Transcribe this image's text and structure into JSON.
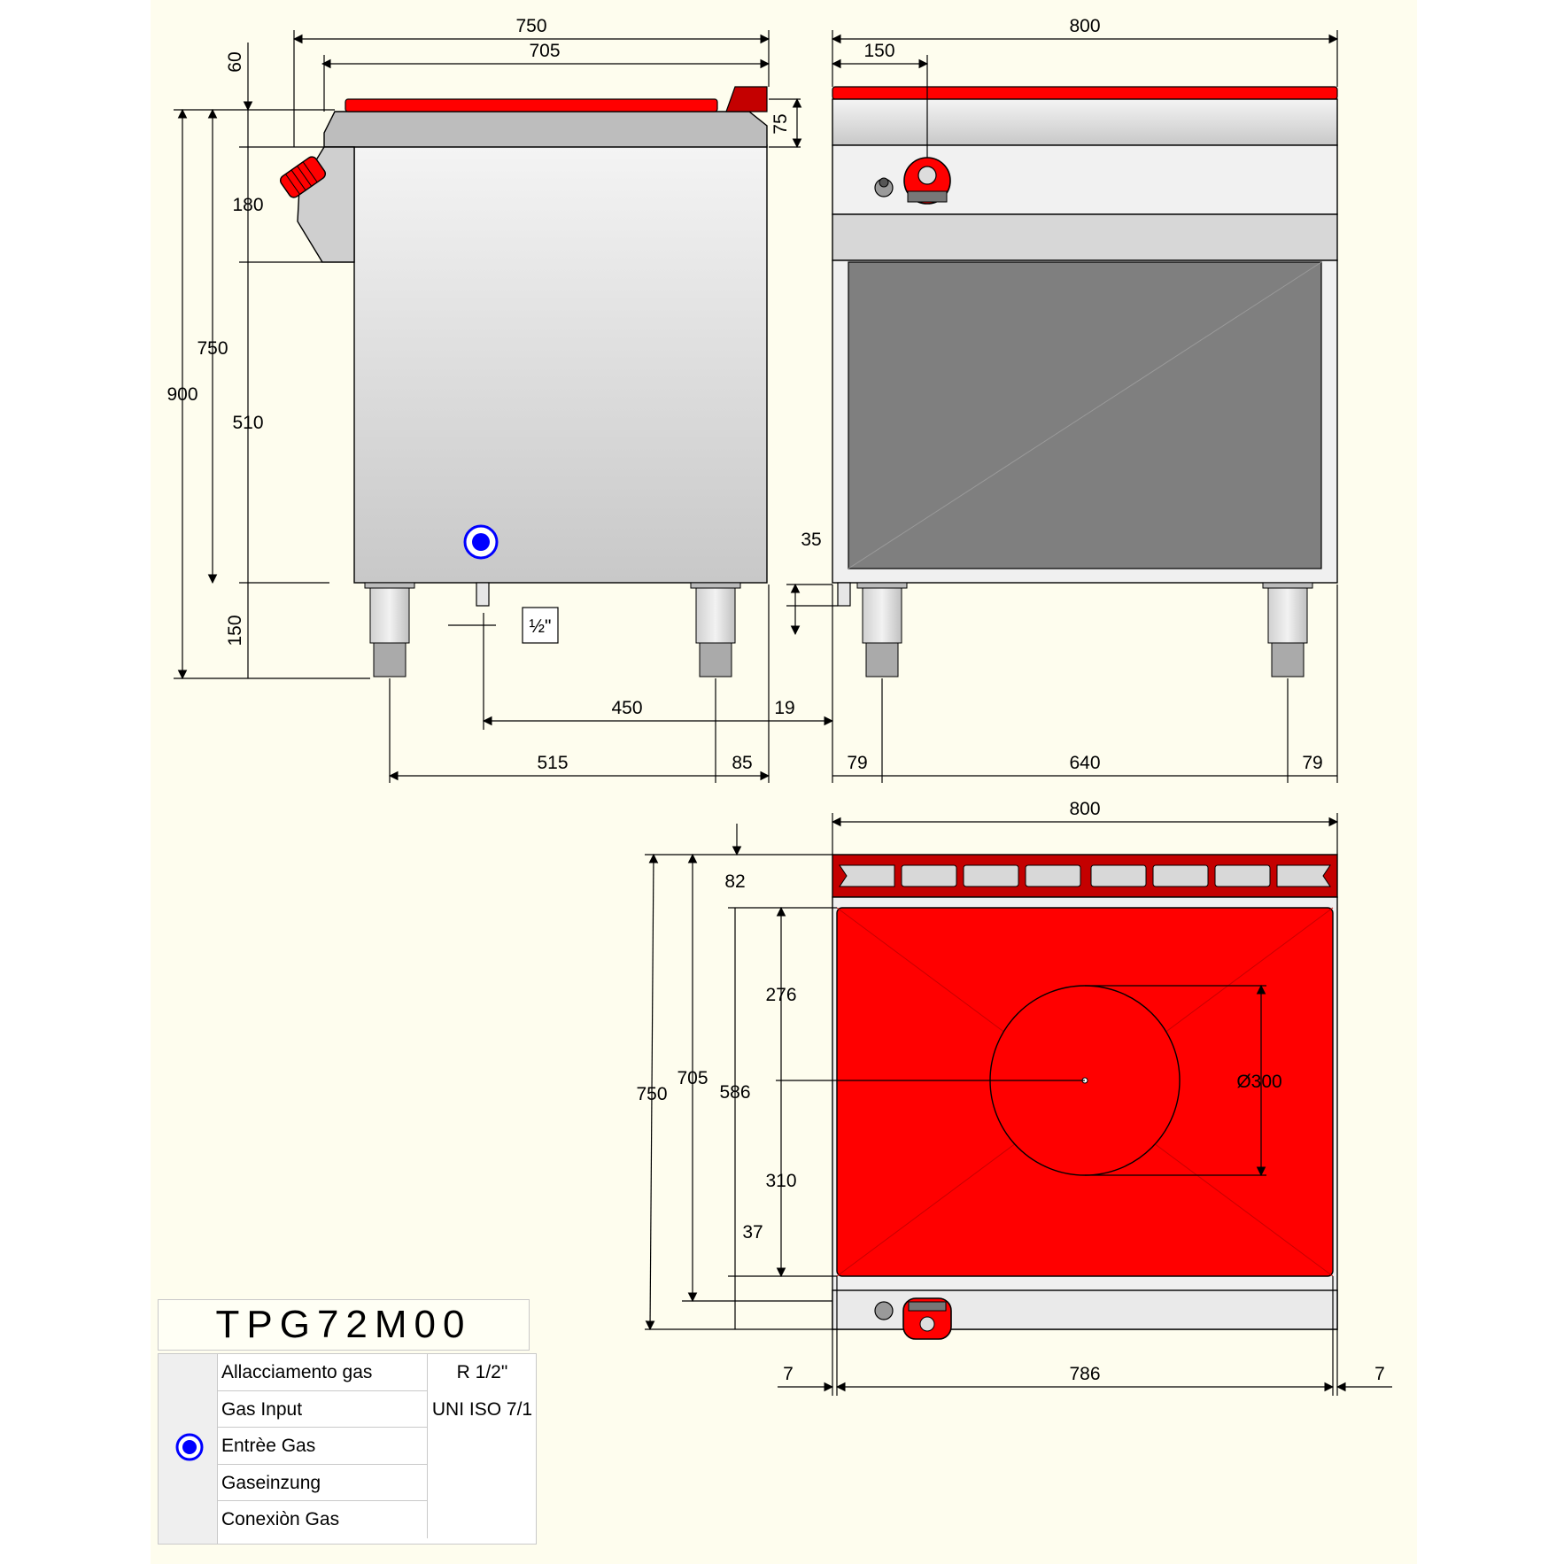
{
  "model": "TPG72M00",
  "side_view": {
    "dims": {
      "overall_depth": "750",
      "top_depth": "705",
      "top_offset": "60",
      "top_height": "75",
      "control_panel": "180",
      "body_height": "510",
      "worktop_height": "750",
      "total_height": "900",
      "leg_height": "150",
      "pipe": "½\"",
      "gas_offset": "450",
      "gas_to_rear": "19",
      "leg_spacing": "515",
      "rear_leg": "85"
    }
  },
  "front_view": {
    "dims": {
      "width": "800",
      "knob_offset": "150",
      "gas_height": "35",
      "left_leg": "79",
      "leg_spacing": "640",
      "right_leg": "79"
    }
  },
  "top_view": {
    "dims": {
      "width": "800",
      "back_strip": "82",
      "depth": "750",
      "plate_depth": "705",
      "plate_inner": "586",
      "to_center_top": "276",
      "to_center_bottom": "310",
      "front_margin": "37",
      "plate_diameter": "Ø300",
      "inner_width": "786",
      "left_margin": "7",
      "right_margin": "7"
    }
  },
  "legend": {
    "labels": [
      "Allacciamento gas",
      "Gas Input",
      "Entrèe Gas",
      "Gaseinzung",
      "Conexiòn Gas"
    ],
    "values": [
      "R 1/2\"",
      "UNI ISO 7/1"
    ]
  },
  "colors": {
    "background": "#fefdee",
    "red": "#ff0000",
    "dark_red": "#c40000",
    "steel_light": "#efefef",
    "steel_mid": "#d4d4d4",
    "steel_dark": "#7f7f7f",
    "gas_blue": "#0000ff"
  },
  "icons": [
    "gas-connection-icon",
    "control-knob-icon",
    "pilot-ignition-icon"
  ]
}
